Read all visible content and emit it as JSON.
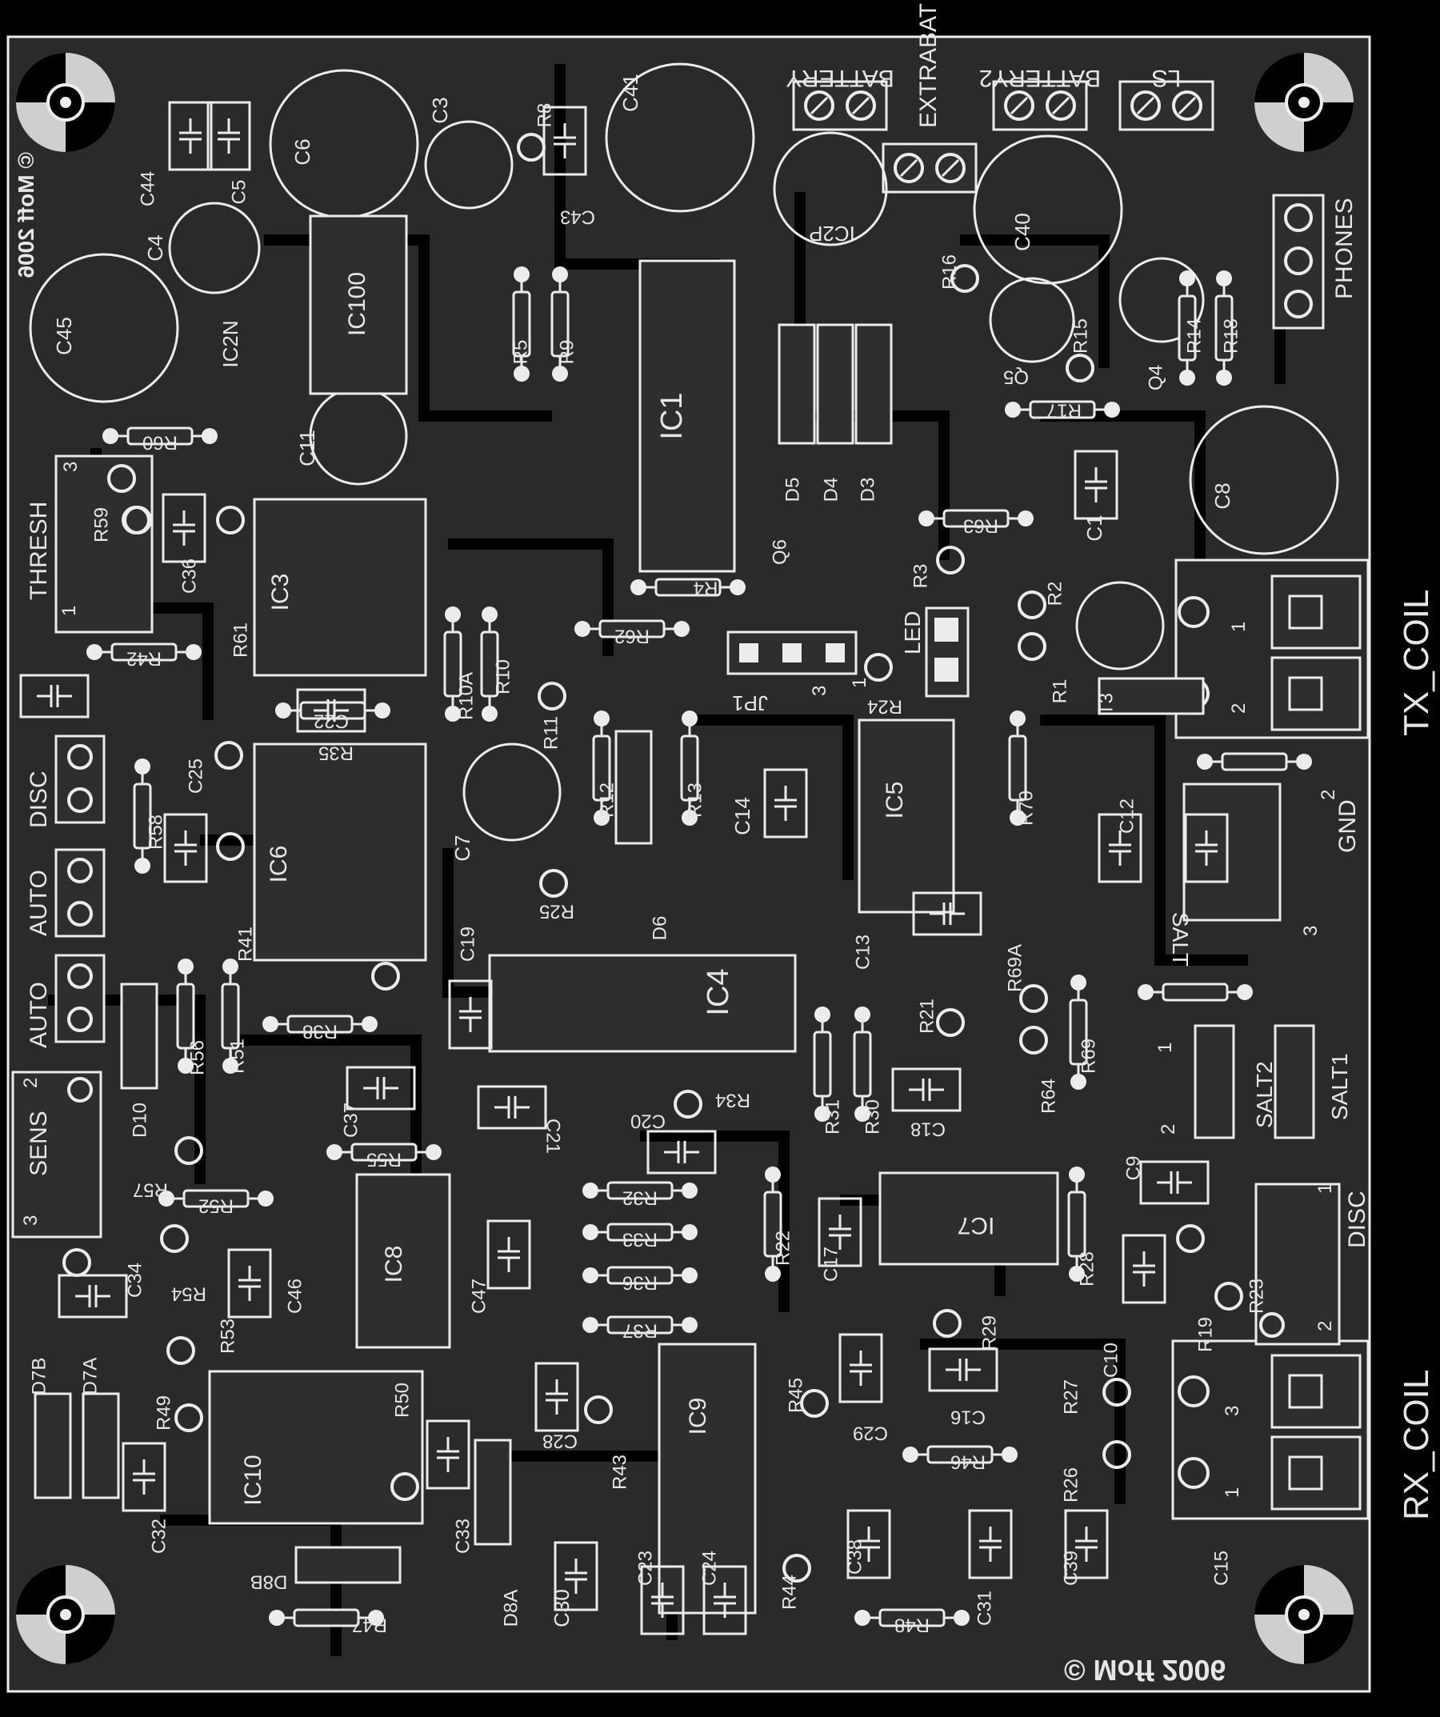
{
  "board": {
    "copyright_top": "© Moff 2006",
    "copyright_bottom": "© Moff 2006",
    "colors": {
      "background": "#000000",
      "copper": "#2e2e2e",
      "silkscreen": "#ececec",
      "pad_ring": "#e0e0e0"
    }
  },
  "connectors": {
    "battery": "BATTERY",
    "extrabat": "EXTRABAT",
    "battery2": "BATTERY2",
    "ls": "LS",
    "phones": "PHONES",
    "tx_coil": "TX_COIL",
    "rx_coil": "RX_COIL",
    "gnd": "GND",
    "thresh": "THRESH",
    "disc_left": "DISC",
    "auto1": "AUTO",
    "auto2": "AUTO",
    "sens": "SENS",
    "disc_right": "DISC",
    "salt1": "SALT1",
    "salt2": "SALT2",
    "salt": "SALT",
    "led": "LED",
    "jp1": "JP1"
  },
  "components": {
    "ics": [
      "IC1",
      "IC2P",
      "IC2N",
      "IC3",
      "IC4",
      "IC5",
      "IC6",
      "IC7",
      "IC8",
      "IC9",
      "IC10",
      "IC100"
    ],
    "capacitors": [
      "C1",
      "C3",
      "C4",
      "C5",
      "C6",
      "C7",
      "C8",
      "C9",
      "C10",
      "C11",
      "C12",
      "C13",
      "C14",
      "C15",
      "C16",
      "C17",
      "C18",
      "C19",
      "C20",
      "C21",
      "C22",
      "C23",
      "C24",
      "C25",
      "C28",
      "C29",
      "C30",
      "C31",
      "C32",
      "C33",
      "C34",
      "C36",
      "C37",
      "C38",
      "C39",
      "C40",
      "C41",
      "C43",
      "C44",
      "C45",
      "C46",
      "C47"
    ],
    "resistors": [
      "R1",
      "R2",
      "R3",
      "R4",
      "R5",
      "R8",
      "R9",
      "R10",
      "R10A",
      "R11",
      "R12",
      "R13",
      "R14",
      "R15",
      "R16",
      "R17",
      "R18",
      "R19",
      "R21",
      "R22",
      "R23",
      "R24",
      "R25",
      "R26",
      "R27",
      "R28",
      "R29",
      "R30",
      "R31",
      "R32",
      "R33",
      "R34",
      "R35",
      "R36",
      "R37",
      "R38",
      "R41",
      "R42",
      "R43",
      "R44",
      "R45",
      "R46",
      "R47",
      "R48",
      "R49",
      "R50",
      "R51",
      "R52",
      "R53",
      "R54",
      "R55",
      "R56",
      "R57",
      "R58",
      "R59",
      "R60",
      "R61",
      "R62",
      "R63",
      "R64",
      "R69",
      "R69A",
      "R70"
    ],
    "diodes": [
      "D3",
      "D4",
      "D5",
      "D6",
      "D7A",
      "D7B",
      "D8A",
      "D8B",
      "D10"
    ],
    "transistors": [
      "Q4",
      "Q5",
      "Q6",
      "T3"
    ],
    "pin_numbers": [
      "1",
      "2",
      "3"
    ]
  }
}
